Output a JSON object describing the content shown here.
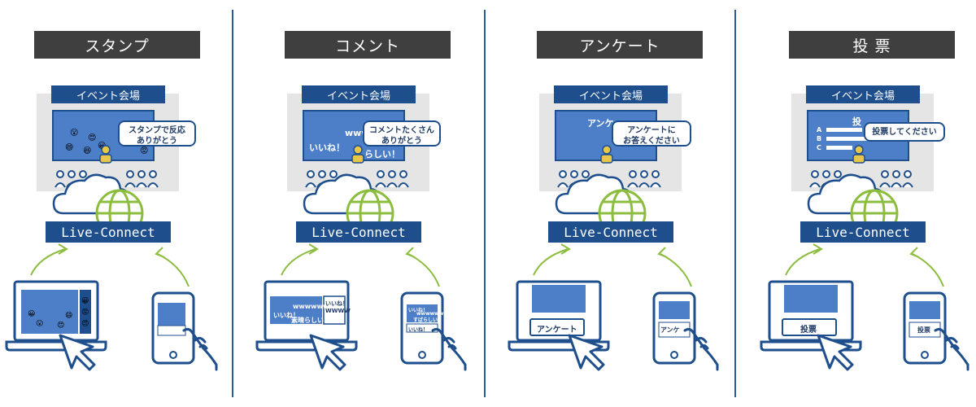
{
  "panels": [
    {
      "tab": "スタンプ",
      "venue_label": "イベント会場",
      "bubble": "スタンプで反応\nありがとう",
      "logo": "Live-Connect"
    },
    {
      "tab": "コメント",
      "venue_label": "イベント会場",
      "bubble": "コメントたくさん\nありがとう",
      "logo": "Live-Connect",
      "screen_texts": [
        "wwww",
        "いいね！",
        "らしい！"
      ],
      "laptop_texts": [
        "いいね！",
        "wwwwww",
        "素晴らしい！"
      ],
      "laptop_side_texts": [
        "いいね！",
        "WWWW"
      ],
      "phone_texts": [
        "いいね！",
        "wwwwww",
        "すばらしい！",
        "いいね！"
      ]
    },
    {
      "tab": "アンケート",
      "venue_label": "イベント会場",
      "bubble": "アンケートに\nお答えください",
      "logo": "Live-Connect",
      "screen_text": "アンケ",
      "laptop_button": "アンケート",
      "phone_button": "アンケ"
    },
    {
      "tab": "投 票",
      "venue_label": "イベント会場",
      "bubble": "投票してください",
      "logo": "Live-Connect",
      "screen_title": "投",
      "options": [
        "A",
        "B",
        "C"
      ],
      "laptop_button": "投票",
      "phone_button": "投票"
    }
  ],
  "colors": {
    "navy": "#1e4f8c",
    "blue": "#4d7fc8",
    "green": "#8cbd3f",
    "tab_bg": "#3f3f3f",
    "venue_bg": "#e5e5e5"
  }
}
